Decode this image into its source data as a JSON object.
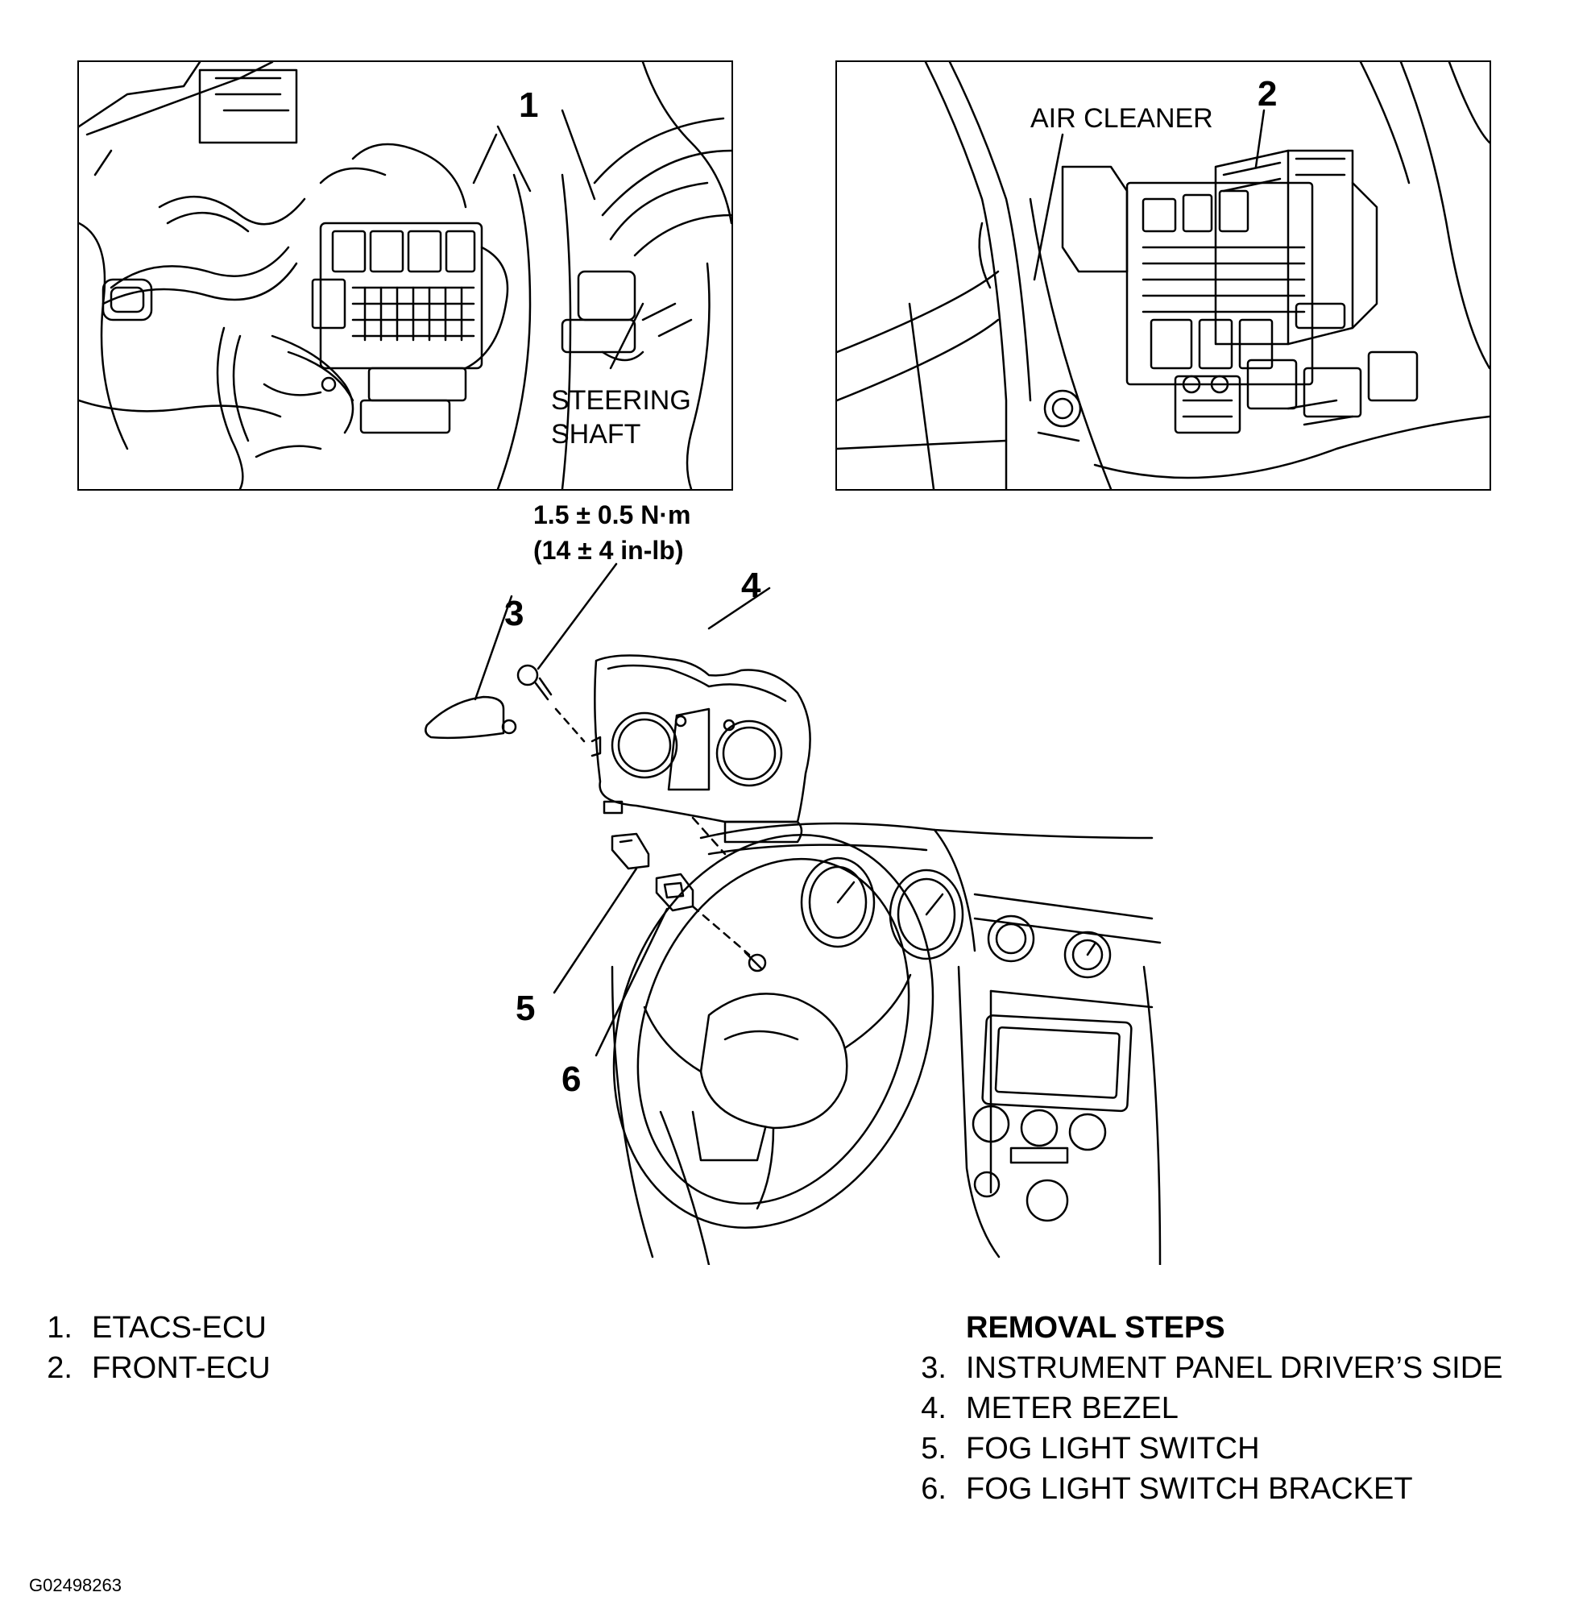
{
  "callouts": {
    "c1": "1",
    "c2": "2",
    "c3": "3",
    "c4": "4",
    "c5": "5",
    "c6": "6"
  },
  "labels": {
    "steering_shaft_line1": "STEERING",
    "steering_shaft_line2": "SHAFT",
    "air_cleaner": "AIR CLEANER"
  },
  "torque": {
    "metric": "1.5 ± 0.5 N·m",
    "imperial": "(14 ± 4 in-lb)"
  },
  "legend_left": [
    {
      "num": "1.",
      "text": "ETACS-ECU"
    },
    {
      "num": "2.",
      "text": "FRONT-ECU"
    }
  ],
  "removal": {
    "heading": "REMOVAL STEPS",
    "steps": [
      {
        "num": "3.",
        "text": "INSTRUMENT PANEL DRIVER’S SIDE"
      },
      {
        "num": "4.",
        "text": "METER BEZEL"
      },
      {
        "num": "5.",
        "text": "FOG LIGHT SWITCH"
      },
      {
        "num": "6.",
        "text": "FOG LIGHT SWITCH BRACKET"
      }
    ]
  },
  "figure_code": "G02498263"
}
